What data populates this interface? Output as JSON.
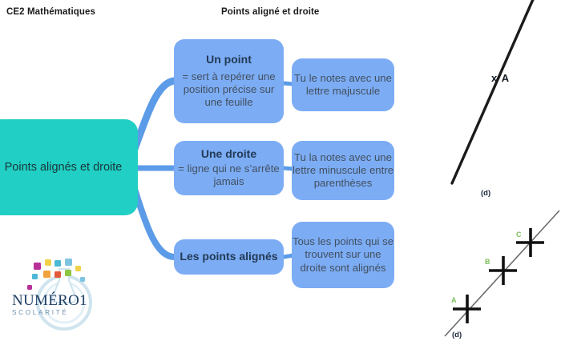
{
  "header": {
    "subject": "CE2 Mathématiques",
    "title": "Points aligné et droite"
  },
  "mindmap": {
    "center": {
      "label": "Points alignés et droite"
    },
    "branches": [
      {
        "title": "Un point",
        "body": "= sert à repérer une position précise sur une feuille",
        "sub": "Tu le notes avec une lettre majuscule"
      },
      {
        "title": "Une droite",
        "body": "= ligne qui ne s’arrête jamais",
        "sub": "Tu la notes avec une lettre minuscule entre parenthèses"
      },
      {
        "title": "Les points alignés",
        "body": "",
        "sub": "Tous les points qui se trouvent sur une droite sont alignés"
      }
    ]
  },
  "illustrations": {
    "point_example": {
      "mark": "x A"
    },
    "line_example": {
      "label": "(d)"
    },
    "aligned_example": {
      "line_label": "(d)",
      "points": [
        "A",
        "B",
        "C"
      ]
    }
  },
  "logo": {
    "main": "NUMÉRO1",
    "sub": "SCOLARITÉ"
  },
  "colors": {
    "center_node": "#21cfc4",
    "branch_node": "#7cacf4",
    "connector": "#5b9be8",
    "point_label": "#7cbf5d",
    "logo_text": "#1d3e63"
  }
}
